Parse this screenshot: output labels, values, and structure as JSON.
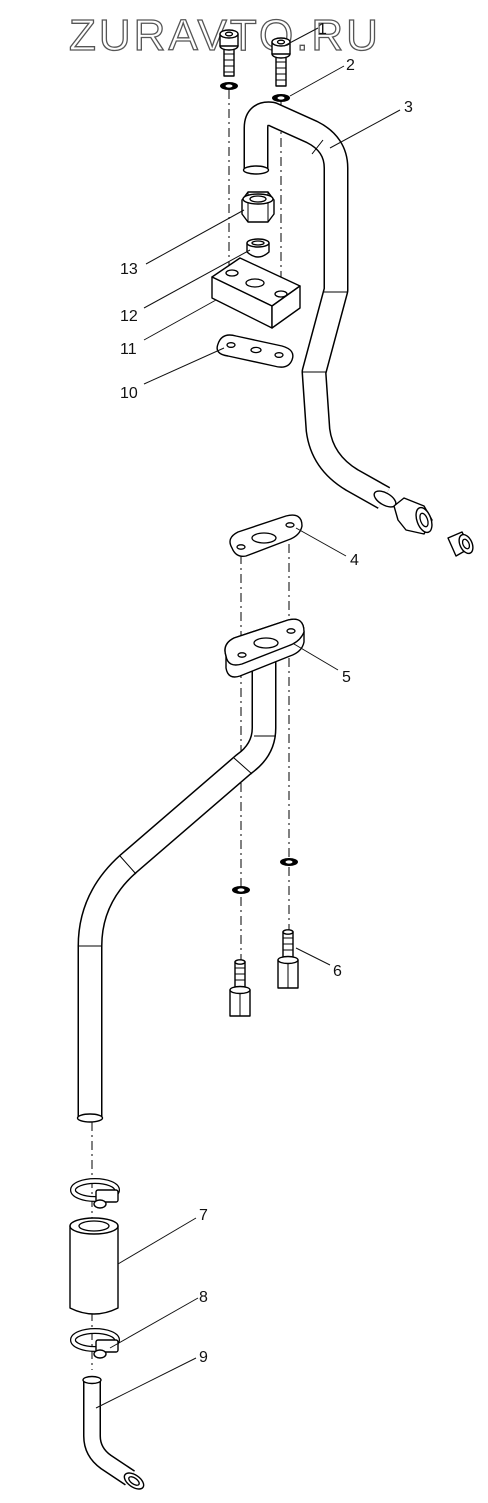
{
  "watermark": "ZURAVTO.RU",
  "callouts": [
    "1",
    "2",
    "3",
    "4",
    "5",
    "6",
    "7",
    "8",
    "9",
    "10",
    "11",
    "12",
    "13"
  ]
}
